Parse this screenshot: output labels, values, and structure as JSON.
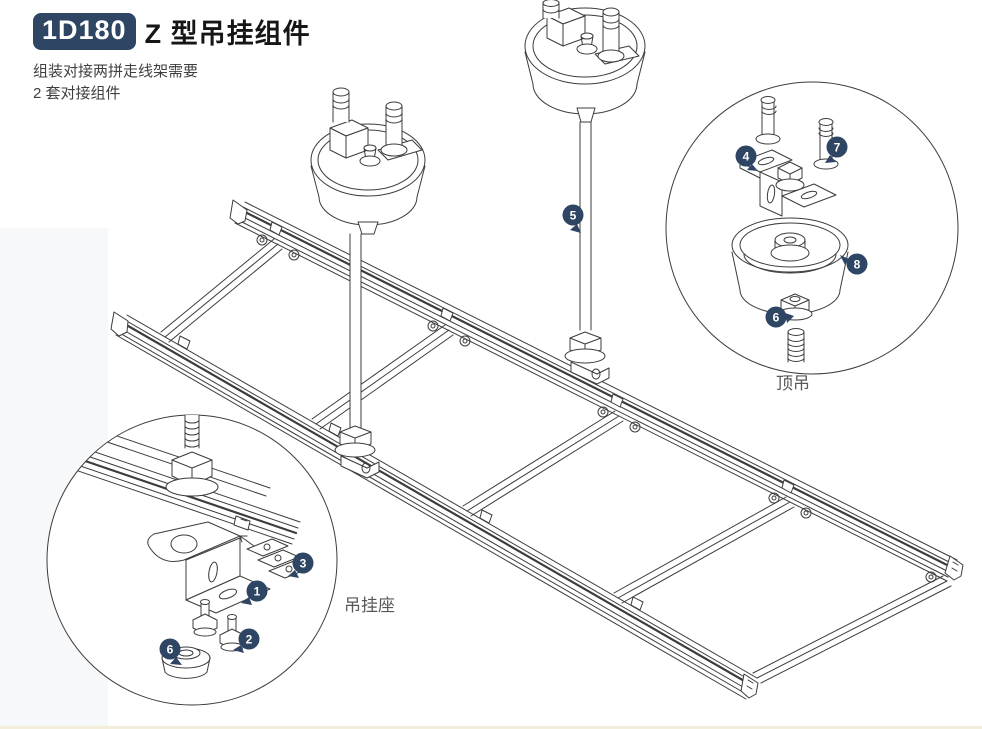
{
  "header": {
    "product_code": "1D180",
    "title": "Z 型吊挂组件",
    "subtitle_line1": "组装对接两拼走线架需要",
    "subtitle_line2": "2 套对接组件"
  },
  "diagram": {
    "labels": {
      "top_mount": "顶吊",
      "hanger_seat": "吊挂座"
    },
    "badges": {
      "b1": "1",
      "b2": "2",
      "b3": "3",
      "b4": "4",
      "b5": "5",
      "b6_seat": "6",
      "b6_top": "6",
      "b7": "7",
      "b8": "8"
    },
    "colors": {
      "badge_bg": "#2e4663",
      "line": "#3c3c3c",
      "label_text": "#595757"
    }
  }
}
